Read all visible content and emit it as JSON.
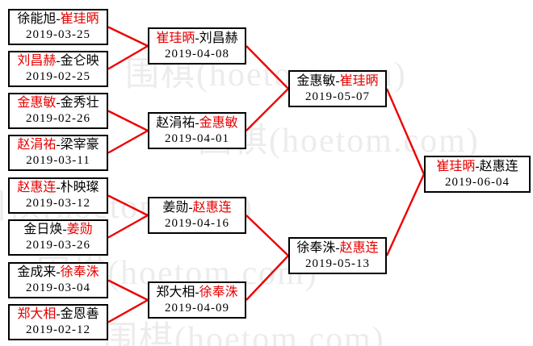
{
  "watermark": {
    "text": "围棋(hoetom.com)"
  },
  "colors": {
    "winner_red": "#e60000",
    "line_red": "#ee0000",
    "box_border": "#000000",
    "watermark_gray": "#ececec"
  },
  "separator": "-",
  "rounds": [
    {
      "name": "round-1",
      "matches": [
        {
          "p1": "徐能旭",
          "p2": "崔珪昞",
          "date": "2019-03-25",
          "winner": "p2"
        },
        {
          "p1": "刘昌赫",
          "p2": "金仑映",
          "date": "2019-02-25",
          "winner": "p1"
        },
        {
          "p1": "金惠敏",
          "p2": "金秀壮",
          "date": "2019-02-26",
          "winner": "p1"
        },
        {
          "p1": "赵涓祐",
          "p2": "梁宰豪",
          "date": "2019-03-11",
          "winner": "p1"
        },
        {
          "p1": "赵惠连",
          "p2": "朴映璨",
          "date": "2019-03-12",
          "winner": "p1"
        },
        {
          "p1": "金日焕",
          "p2": "姜勋",
          "date": "2019-03-26",
          "winner": "p2"
        },
        {
          "p1": "金成来",
          "p2": "徐奉洙",
          "date": "2019-03-04",
          "winner": "p2"
        },
        {
          "p1": "郑大相",
          "p2": "金恩善",
          "date": "2019-02-12",
          "winner": "p1"
        }
      ]
    },
    {
      "name": "round-2",
      "matches": [
        {
          "p1": "崔珪昞",
          "p2": "刘昌赫",
          "date": "2019-04-08",
          "winner": "p1"
        },
        {
          "p1": "赵涓祐",
          "p2": "金惠敏",
          "date": "2019-04-01",
          "winner": "p2"
        },
        {
          "p1": "姜勋",
          "p2": "赵惠连",
          "date": "2019-04-16",
          "winner": "p2"
        },
        {
          "p1": "郑大相",
          "p2": "徐奉洙",
          "date": "2019-04-09",
          "winner": "p2"
        }
      ]
    },
    {
      "name": "semifinals",
      "matches": [
        {
          "p1": "金惠敏",
          "p2": "崔珪昞",
          "date": "2019-05-07",
          "winner": "p2"
        },
        {
          "p1": "徐奉洙",
          "p2": "赵惠连",
          "date": "2019-05-13",
          "winner": "p2"
        }
      ]
    },
    {
      "name": "final",
      "matches": [
        {
          "p1": "崔珪昞",
          "p2": "赵惠连",
          "date": "2019-06-04",
          "winner": "p1"
        }
      ]
    }
  ]
}
